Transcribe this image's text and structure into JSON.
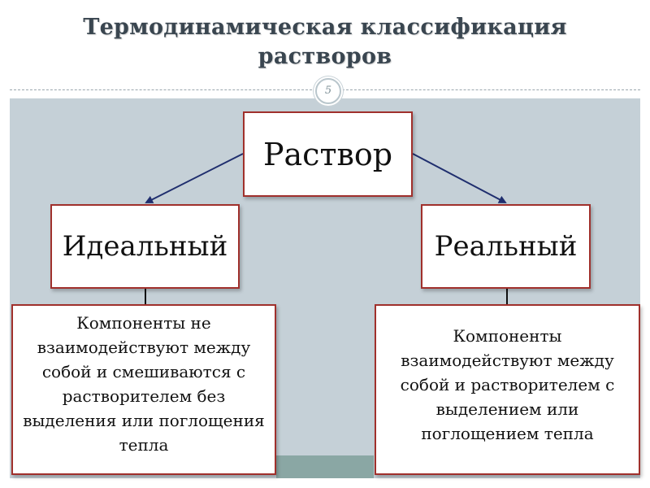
{
  "title": "Термодинамическая классификация растворов",
  "slide_number": "5",
  "diagram": {
    "root": "Раствор",
    "left_category": "Идеальный",
    "right_category": "Реальный",
    "left_description": "Компоненты не взаимодействуют между собой и смешиваются с растворителем без выделения или поглощения тепла",
    "right_description": "Компоненты взаимодействуют между собой и растворителем с выделением или поглощением тепла"
  },
  "colors": {
    "box_border": "#a0302c",
    "arrow": "#1f2e6e",
    "background": "#c5d0d7",
    "title_text": "#3a4650"
  }
}
